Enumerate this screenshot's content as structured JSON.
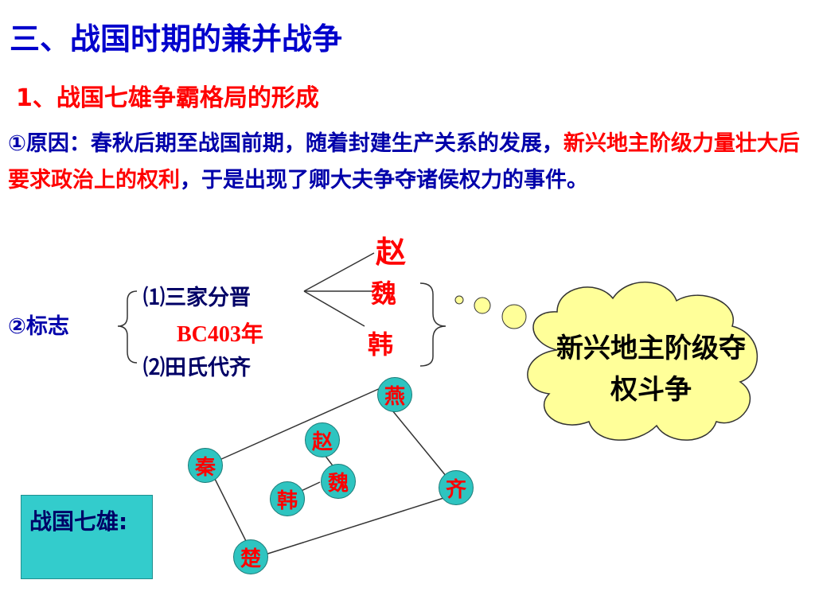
{
  "slide": {
    "title": "三、战国时期的兼并战争",
    "subtitle": "1、战国七雄争霸格局的形成",
    "reason": {
      "part1": "①原因：春秋后期至战国前期，随着封建生产关系的发展，",
      "part2_red": "新兴地主阶级力量壮大后要求政治上的权利",
      "part3": "，于是出现了卿大夫争夺诸侯权力的事件。"
    },
    "marker": {
      "label": "②标志",
      "event1": "⑴三家分晋",
      "event1_year": "BC403年",
      "event2": "⑵田氏代齐",
      "states": [
        "赵",
        "魏",
        "韩"
      ]
    },
    "cloud": {
      "text": "新兴地主阶级夺权斗争"
    },
    "map_states": {
      "yan": "燕",
      "zhao": "赵",
      "qin": "秦",
      "wei": "魏",
      "qi": "齐",
      "han": "韩",
      "chu": "楚"
    },
    "seven_label": "战国七雄:"
  },
  "colors": {
    "title": "#0000cc",
    "emphasis": "#ff0000",
    "circle": "#2ec4c0",
    "cloud": "#ffff99"
  }
}
